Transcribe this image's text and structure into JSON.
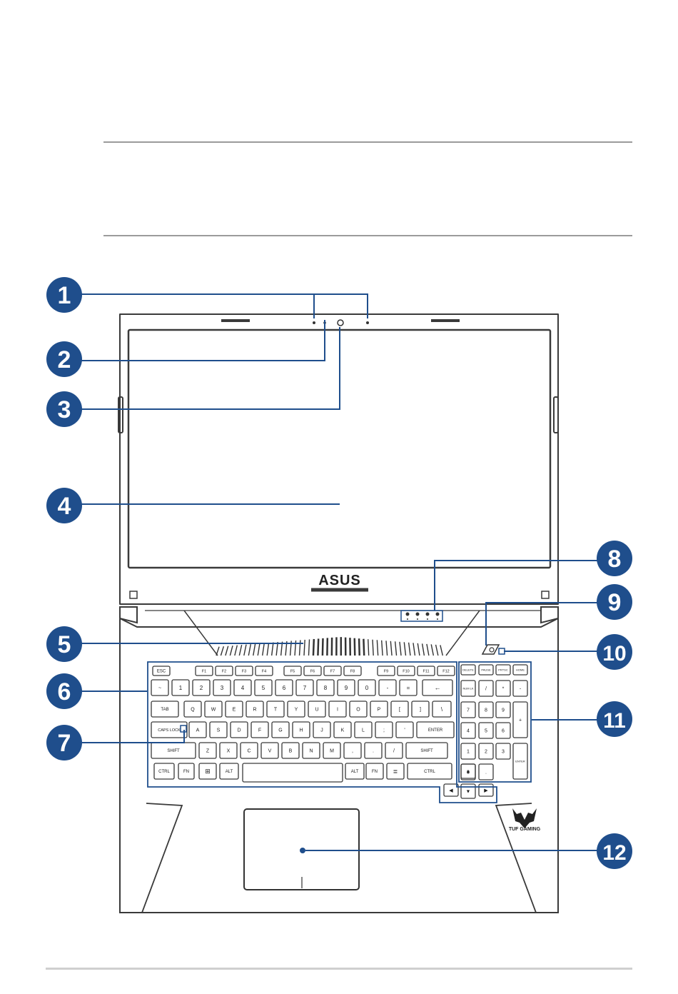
{
  "header": {},
  "brand": {
    "logo_text": "ASUS",
    "gaming_text": "TUF GAMING"
  },
  "callouts": [
    {
      "number": "1"
    },
    {
      "number": "2"
    },
    {
      "number": "3"
    },
    {
      "number": "4"
    },
    {
      "number": "5"
    },
    {
      "number": "6"
    },
    {
      "number": "7"
    },
    {
      "number": "8"
    },
    {
      "number": "9"
    },
    {
      "number": "10"
    },
    {
      "number": "11"
    },
    {
      "number": "12"
    }
  ],
  "keyboard": {
    "rows": [
      [
        "ESC",
        "F1",
        "F2",
        "F3",
        "F4",
        "F5",
        "F6",
        "F7",
        "F8",
        "F9",
        "F10",
        "F11",
        "F12"
      ],
      [
        "~",
        "1",
        "2",
        "3",
        "4",
        "5",
        "6",
        "7",
        "8",
        "9",
        "0",
        "-",
        "=",
        "←"
      ],
      [
        "TAB",
        "Q",
        "W",
        "E",
        "R",
        "T",
        "Y",
        "U",
        "I",
        "O",
        "P",
        "[",
        "]",
        "\\"
      ],
      [
        "CAPS LOCK",
        "A",
        "S",
        "D",
        "F",
        "G",
        "H",
        "J",
        "K",
        "L",
        ";",
        "'",
        "ENTER"
      ],
      [
        "SHIFT",
        "Z",
        "X",
        "C",
        "V",
        "B",
        "N",
        "M",
        ",",
        ".",
        "/",
        "SHIFT"
      ],
      [
        "CTRL",
        "FN",
        "⊞",
        "ALT",
        "",
        "ALT",
        "FN",
        "≣",
        "CTRL"
      ]
    ],
    "numpad_top": [
      "DELETE",
      "PAUSE",
      "PRTSC",
      "HOME"
    ],
    "numpad": [
      [
        "NUM LK",
        "/",
        "*",
        "-"
      ],
      [
        "7",
        "8",
        "9",
        "+"
      ],
      [
        "4",
        "5",
        "6"
      ],
      [
        "1",
        "2",
        "3",
        "ENTER"
      ],
      [
        "0",
        "."
      ]
    ],
    "arrows": [
      "◀",
      "▲",
      "▼",
      "▶"
    ]
  },
  "colors": {
    "callout_fill": "#1f4e8c",
    "highlight_line": "#1f4e8c",
    "outline": "#3a3a3a",
    "rule": "#9b9b9b"
  }
}
